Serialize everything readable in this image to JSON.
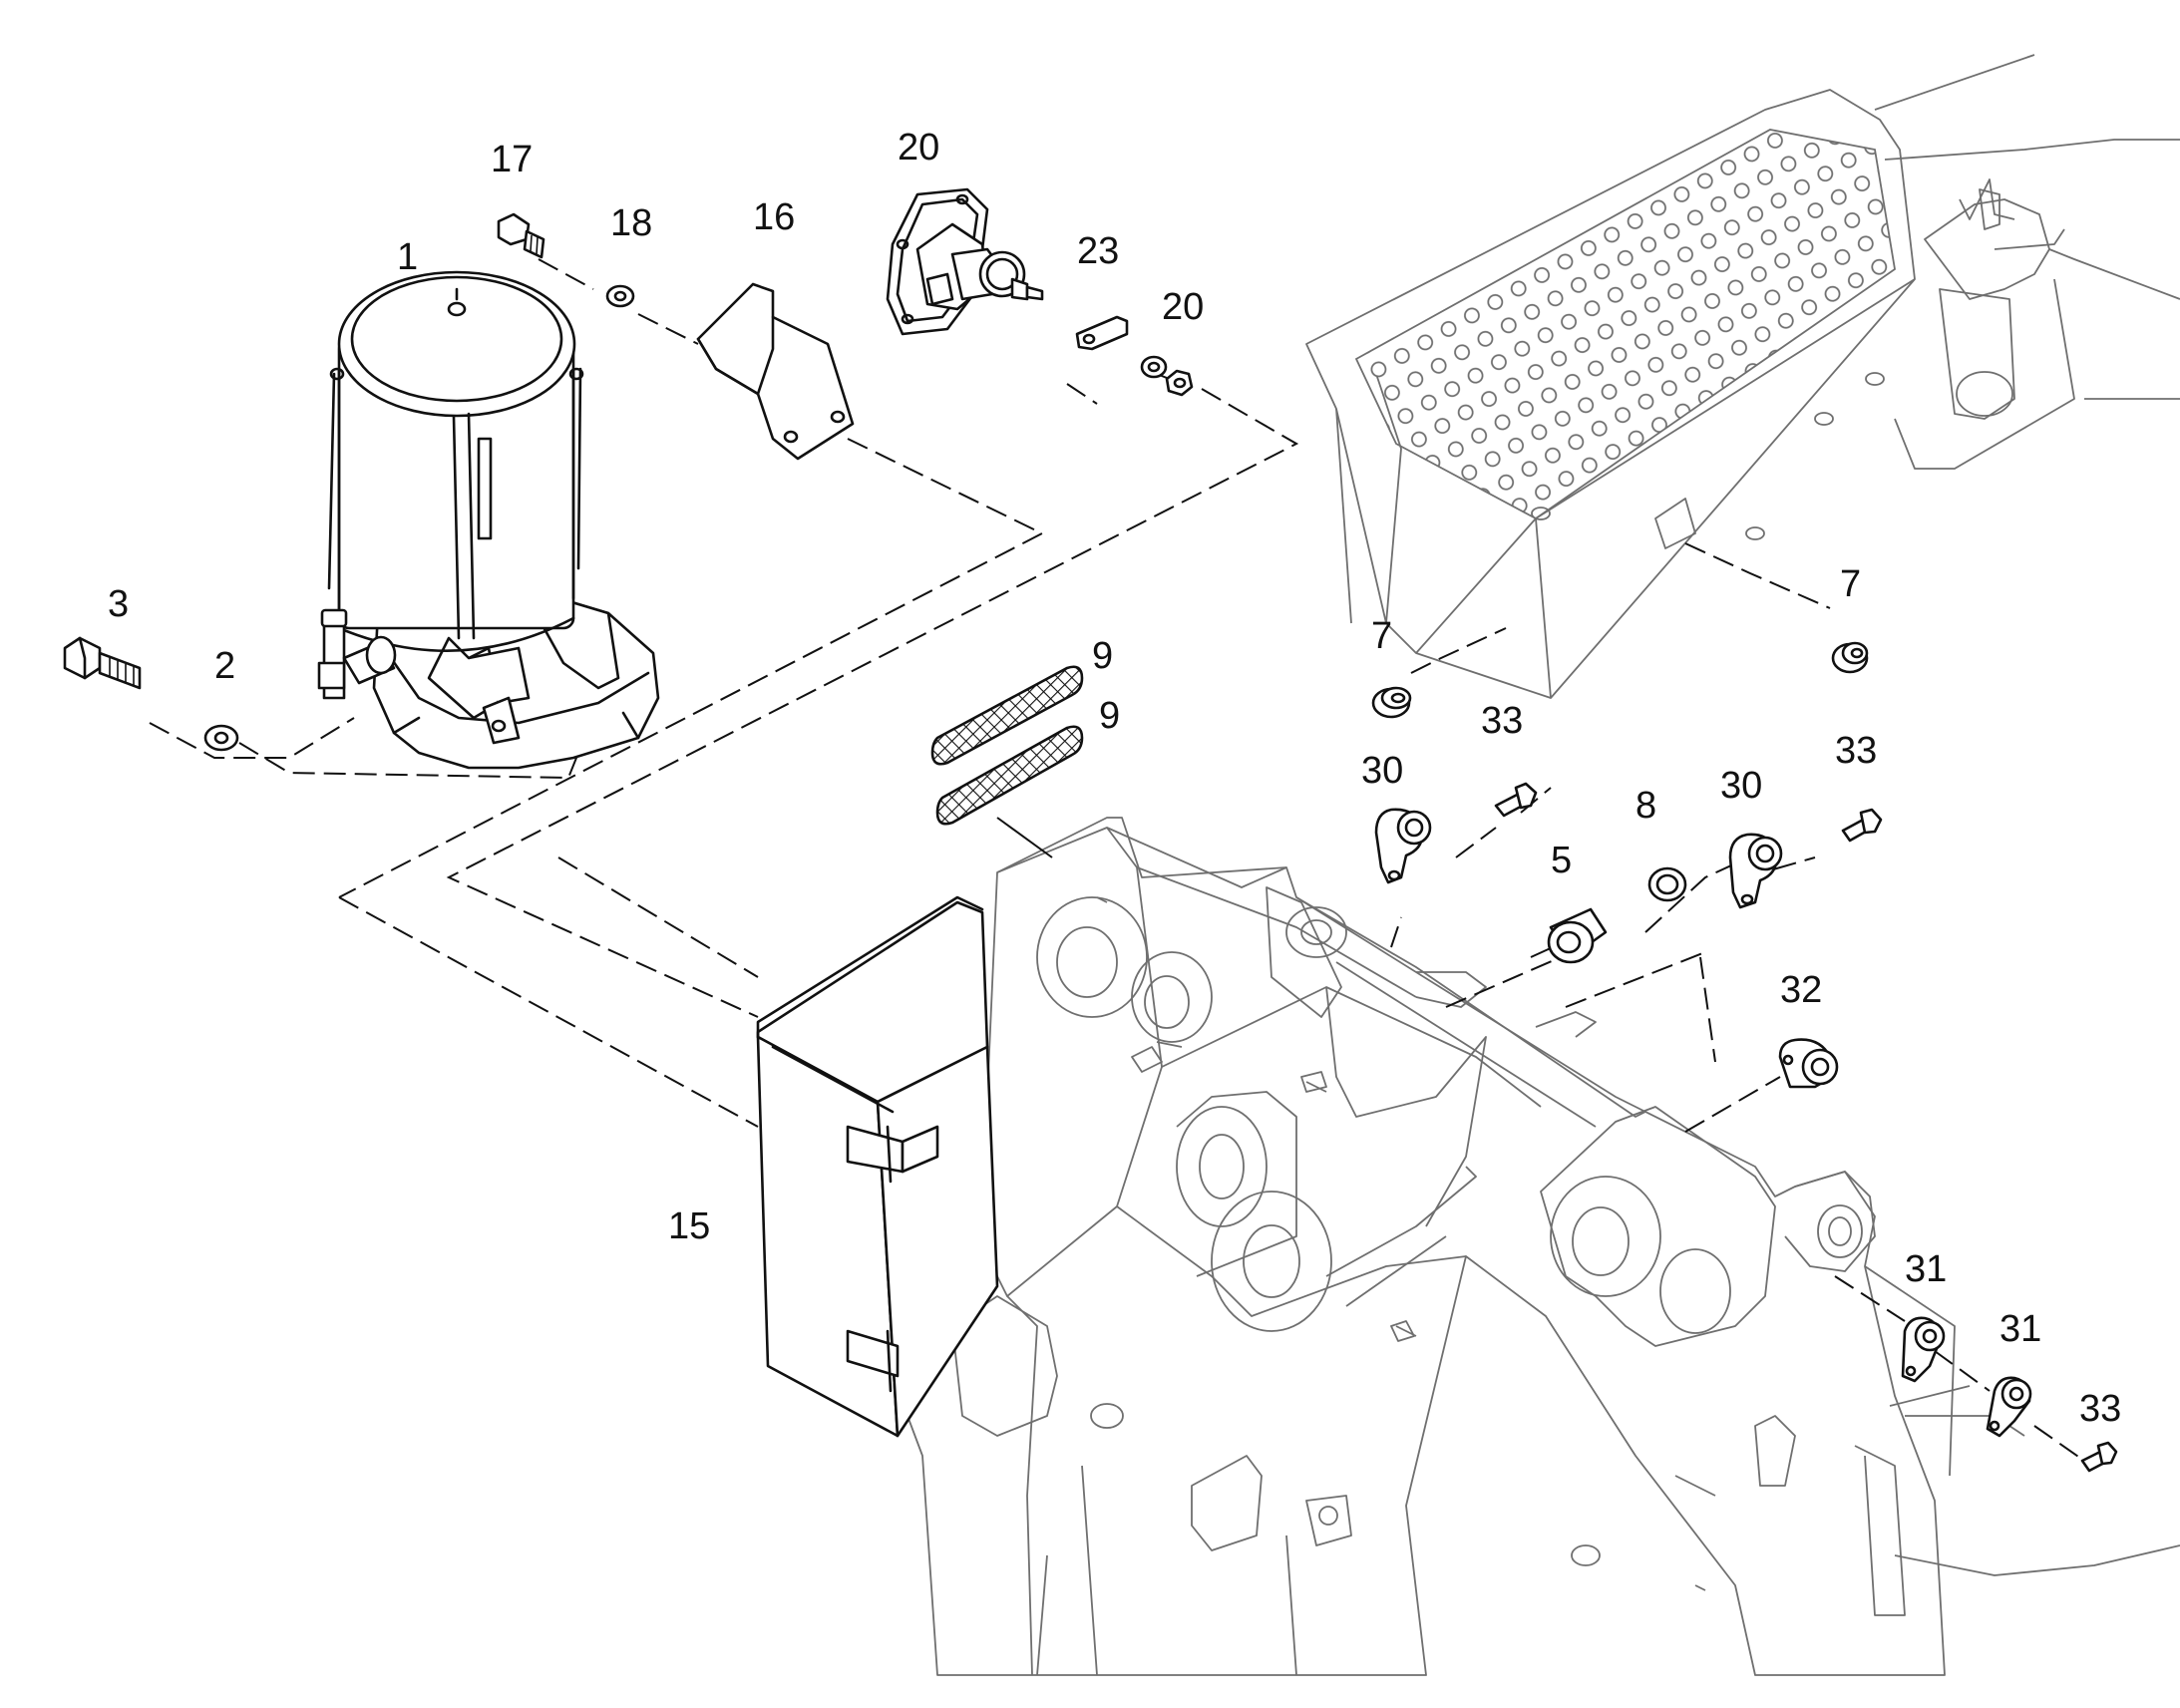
{
  "callouts": [
    {
      "id": "c1",
      "text": "1"
    },
    {
      "id": "c2",
      "text": "2"
    },
    {
      "id": "c3",
      "text": "3"
    },
    {
      "id": "c5",
      "text": "5"
    },
    {
      "id": "c7a",
      "text": "7"
    },
    {
      "id": "c7b",
      "text": "7"
    },
    {
      "id": "c8",
      "text": "8"
    },
    {
      "id": "c9a",
      "text": "9"
    },
    {
      "id": "c9b",
      "text": "9"
    },
    {
      "id": "c15",
      "text": "15"
    },
    {
      "id": "c16",
      "text": "16"
    },
    {
      "id": "c17",
      "text": "17"
    },
    {
      "id": "c18",
      "text": "18"
    },
    {
      "id": "c20a",
      "text": "20"
    },
    {
      "id": "c20b",
      "text": "20"
    },
    {
      "id": "c23",
      "text": "23"
    },
    {
      "id": "c30a",
      "text": "30"
    },
    {
      "id": "c30b",
      "text": "30"
    },
    {
      "id": "c31a",
      "text": "31"
    },
    {
      "id": "c31b",
      "text": "31"
    },
    {
      "id": "c32",
      "text": "32"
    },
    {
      "id": "c33a",
      "text": "33"
    },
    {
      "id": "c33b",
      "text": "33"
    },
    {
      "id": "c33c",
      "text": "33"
    }
  ]
}
